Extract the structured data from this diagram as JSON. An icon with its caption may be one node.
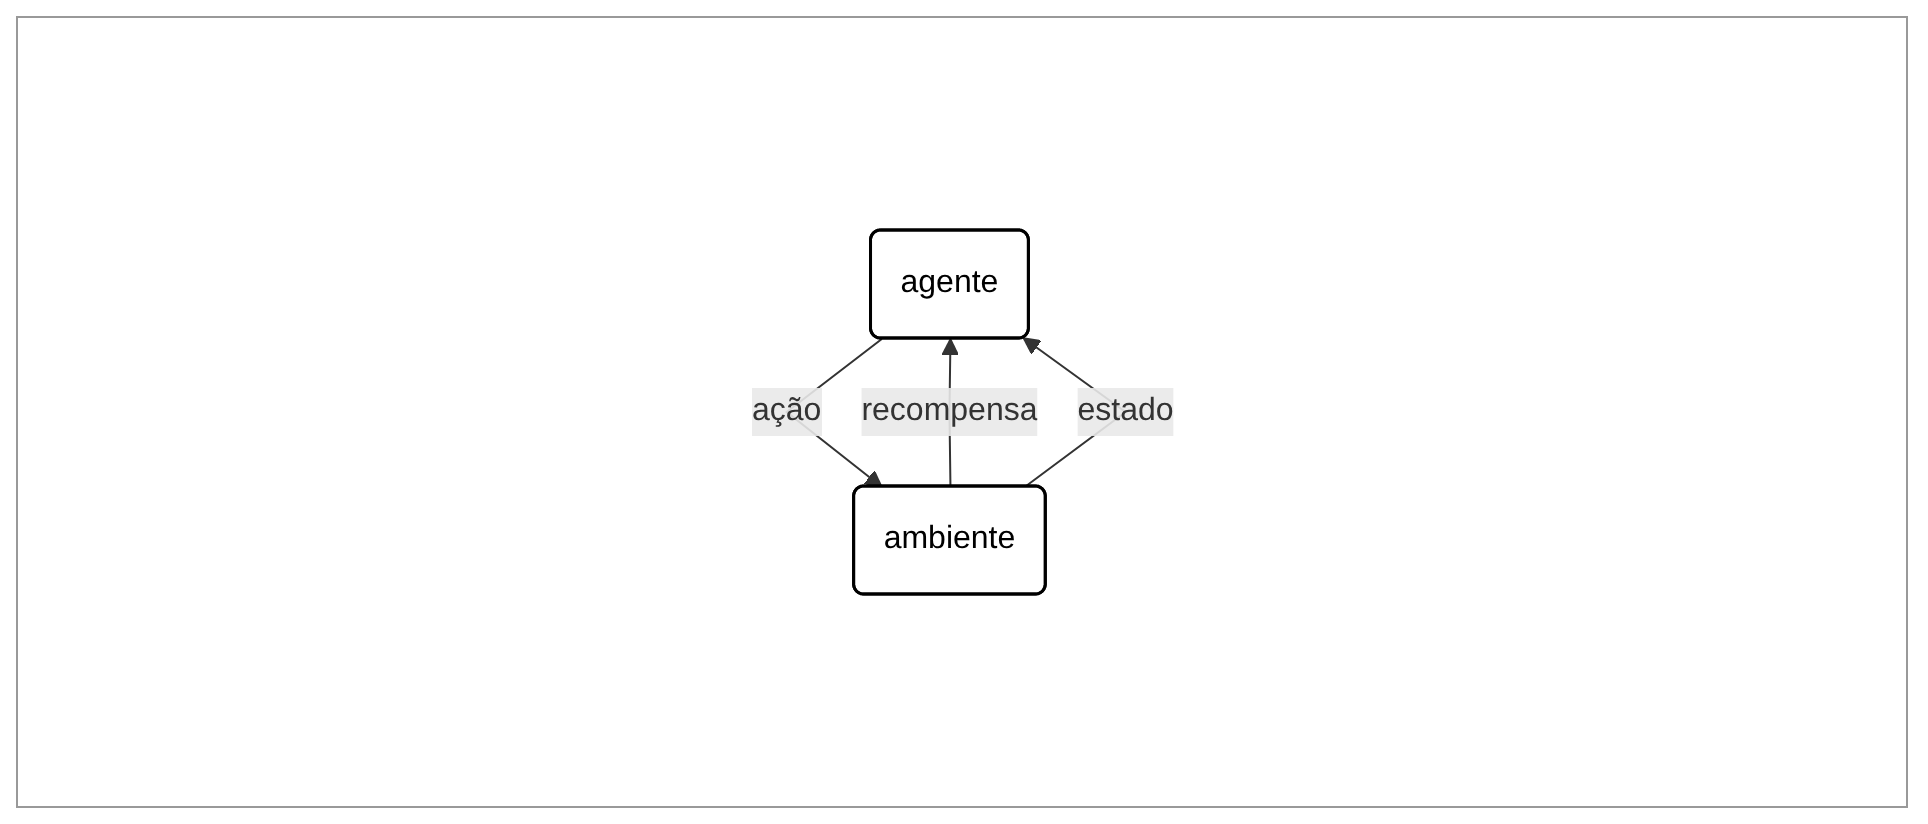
{
  "diagram": {
    "nodes": [
      {
        "text": [
          "agente"
        ]
      },
      {
        "text": [
          "ambiente"
        ]
      }
    ],
    "edges": [
      {
        "from": 0,
        "to": 1,
        "arrow": "to",
        "label": "ação"
      },
      {
        "from": 1,
        "to": 0,
        "arrow": "to",
        "label": "recompensa"
      },
      {
        "from": 1,
        "to": 0,
        "arrow": "to",
        "label": "estado"
      }
    ]
  }
}
